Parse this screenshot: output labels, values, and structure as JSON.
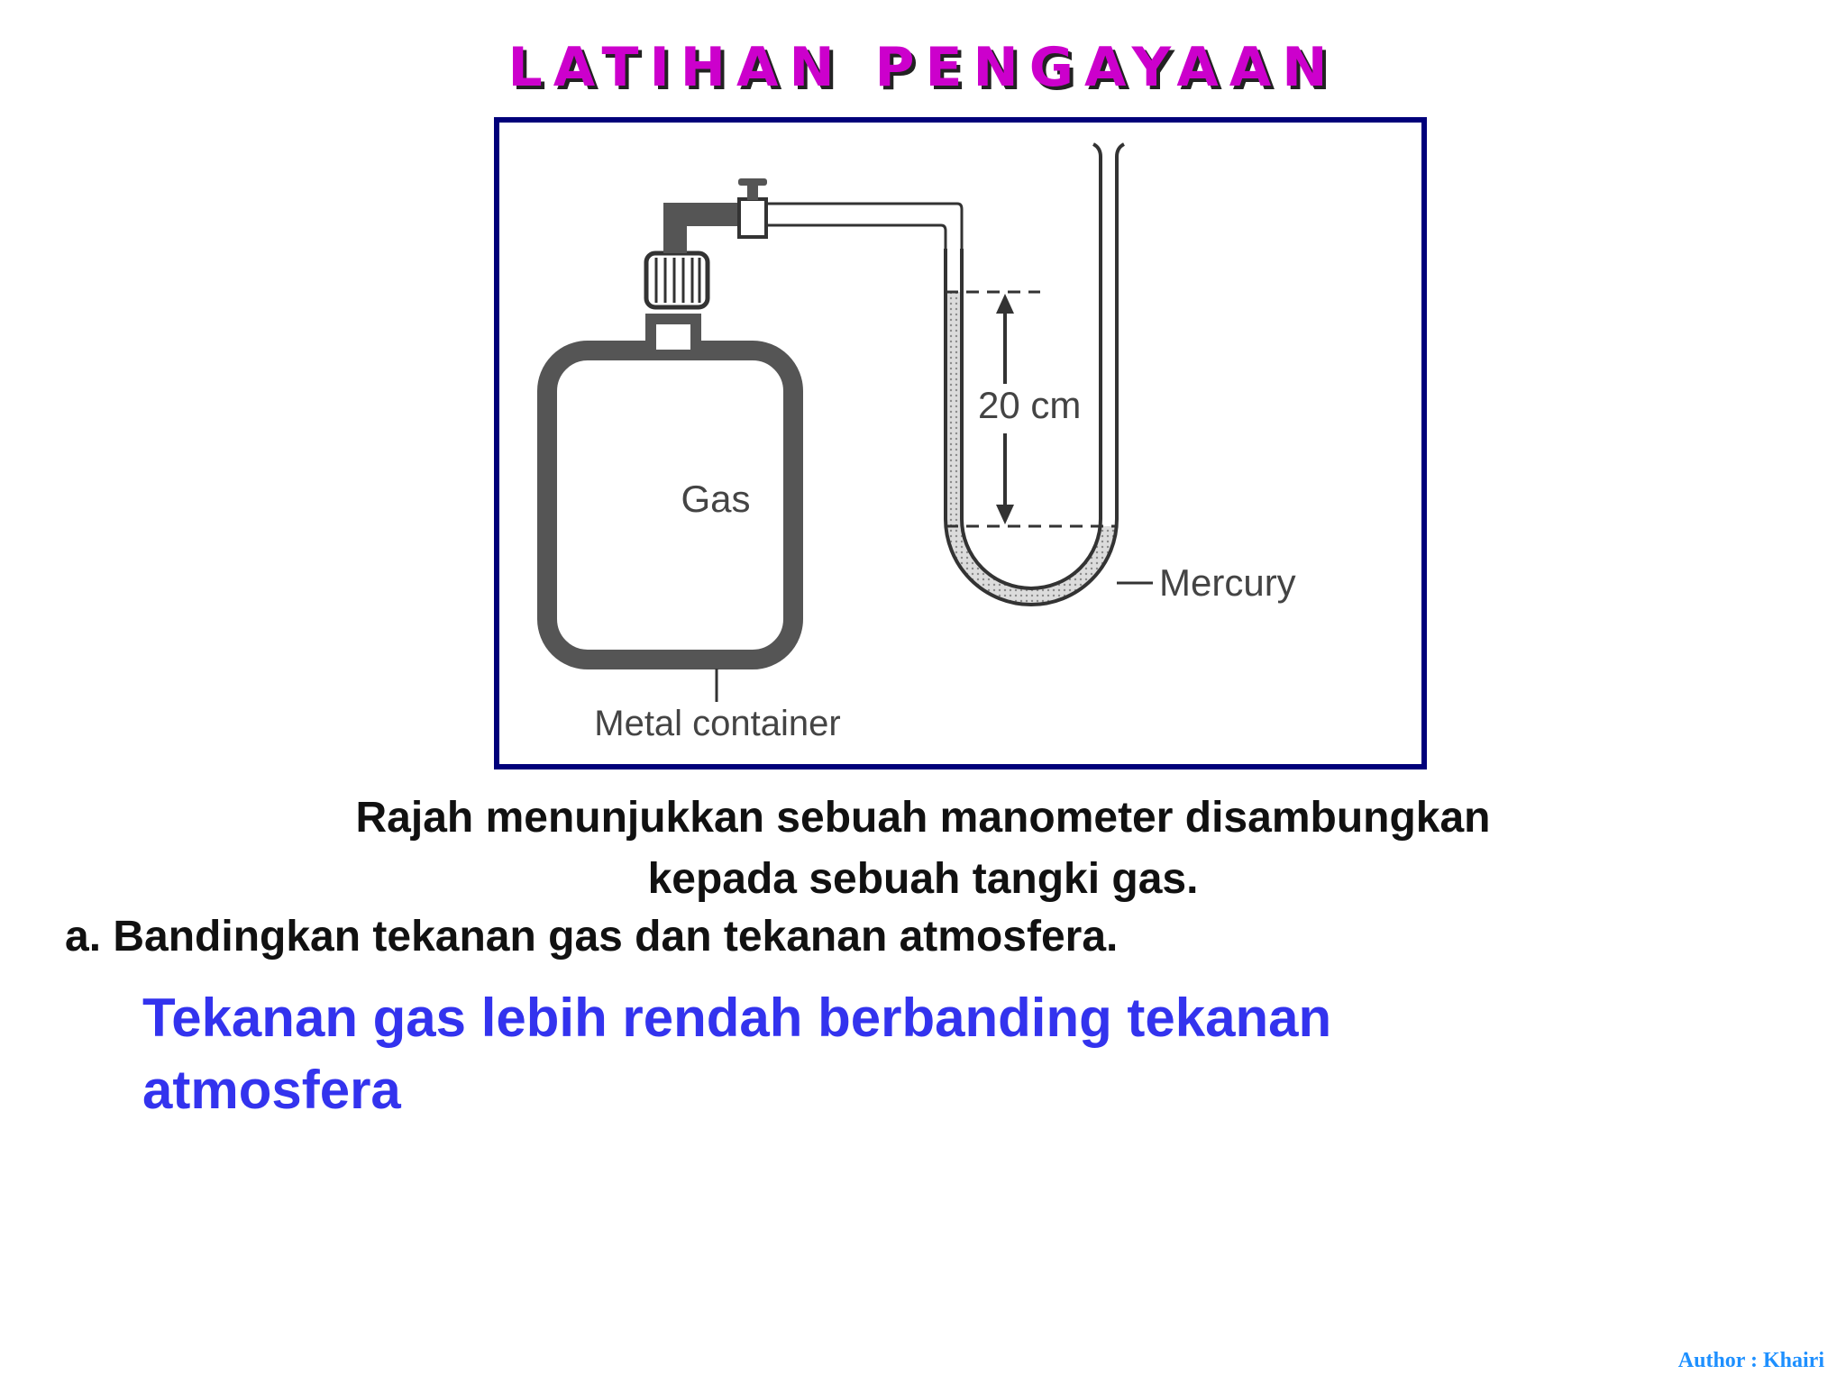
{
  "slide": {
    "title": "LATIHAN PENGAYAAN",
    "caption_line1": "Rajah menunjukkan sebuah manometer disambungkan",
    "caption_line2": "kepada sebuah tangki gas.",
    "question": "a. Bandingkan tekanan gas dan tekanan atmosfera.",
    "answer": "Tekanan gas lebih rendah berbanding tekanan atmosfera",
    "author": "Author : Khairi"
  },
  "diagram": {
    "gas_label": "Gas",
    "height_label": "20 cm",
    "mercury_label": "Mercury",
    "container_label": "Metal container"
  },
  "colors": {
    "title": "#cc00cc",
    "answer": "#3333ee",
    "frame": "#00007a",
    "author": "#1e90ff"
  }
}
